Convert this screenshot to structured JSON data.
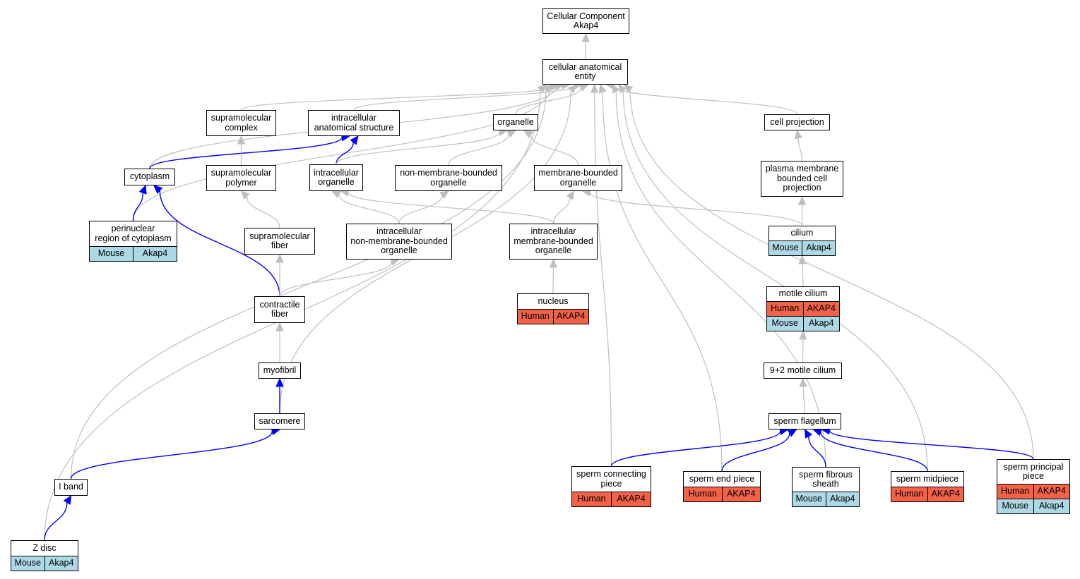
{
  "colors": {
    "human": "#f26148",
    "mouse": "#add8e6",
    "edge_gray": "#bfbfbf",
    "edge_blue": "#0000ff"
  },
  "nodes": {
    "root": {
      "label": "Cellular Component\nAkap4"
    },
    "cae": {
      "label": "cellular anatomical\nentity"
    },
    "supcomplex": {
      "label": "supramolecular\ncomplex"
    },
    "ias": {
      "label": "intracellular\nanatomical structure"
    },
    "organelle": {
      "label": "organelle"
    },
    "cellproj": {
      "label": "cell projection"
    },
    "cytoplasm": {
      "label": "cytoplasm"
    },
    "suppolymer": {
      "label": "supramolecular\npolymer"
    },
    "icorg": {
      "label": "intracellular\norganelle"
    },
    "nmborg": {
      "label": "non-membrane-bounded\norganelle"
    },
    "mborg": {
      "label": "membrane-bounded\norganelle"
    },
    "pmbcp": {
      "label": "plasma membrane\nbounded cell\nprojection"
    },
    "perinuclear": {
      "label": "perinuclear\nregion of cytoplasm",
      "rows": [
        [
          "Mouse",
          "Akap4"
        ]
      ]
    },
    "supfiber": {
      "label": "supramolecular\nfiber"
    },
    "icnmb": {
      "label": "intracellular\nnon-membrane-bounded\norganelle"
    },
    "icmb": {
      "label": "intracellular\nmembrane-bounded\norganelle"
    },
    "cilium": {
      "label": "cilium",
      "rows": [
        [
          "Mouse",
          "Akap4"
        ]
      ]
    },
    "nucleus": {
      "label": "nucleus",
      "rows": [
        [
          "Human",
          "AKAP4"
        ]
      ]
    },
    "contractile": {
      "label": "contractile\nfiber"
    },
    "motile": {
      "label": "motile cilium",
      "rows": [
        [
          "Human",
          "AKAP4"
        ],
        [
          "Mouse",
          "Akap4"
        ]
      ]
    },
    "myofibril": {
      "label": "myofibril"
    },
    "ninetwo": {
      "label": "9+2 motile cilium"
    },
    "sarcomere": {
      "label": "sarcomere"
    },
    "flagellum": {
      "label": "sperm flagellum"
    },
    "iband": {
      "label": "I band"
    },
    "connecting": {
      "label": "sperm connecting\npiece",
      "rows": [
        [
          "Human",
          "AKAP4"
        ]
      ]
    },
    "endpiece": {
      "label": "sperm end piece",
      "rows": [
        [
          "Human",
          "AKAP4"
        ]
      ]
    },
    "fibrous": {
      "label": "sperm fibrous\nsheath",
      "rows": [
        [
          "Mouse",
          "Akap4"
        ]
      ]
    },
    "midpiece": {
      "label": "sperm midpiece",
      "rows": [
        [
          "Human",
          "AKAP4"
        ]
      ]
    },
    "principal": {
      "label": "sperm principal\npiece",
      "rows": [
        [
          "Human",
          "AKAP4"
        ],
        [
          "Mouse",
          "Akap4"
        ]
      ]
    },
    "zdisc": {
      "label": "Z disc",
      "rows": [
        [
          "Mouse",
          "Akap4"
        ]
      ]
    }
  },
  "edges": [
    {
      "from": "cae",
      "to": "root",
      "kind": "is_a"
    },
    {
      "from": "supcomplex",
      "to": "cae",
      "kind": "is_a"
    },
    {
      "from": "ias",
      "to": "cae",
      "kind": "is_a"
    },
    {
      "from": "organelle",
      "to": "cae",
      "kind": "is_a"
    },
    {
      "from": "cellproj",
      "to": "cae",
      "kind": "is_a"
    },
    {
      "from": "cytoplasm",
      "to": "cae",
      "kind": "is_a"
    },
    {
      "from": "perinuclear",
      "to": "cae",
      "kind": "is_a"
    },
    {
      "from": "iband",
      "to": "cae",
      "kind": "is_a"
    },
    {
      "from": "zdisc",
      "to": "cae",
      "kind": "is_a"
    },
    {
      "from": "sarcomere",
      "to": "cae",
      "kind": "is_a"
    },
    {
      "from": "connecting",
      "to": "cae",
      "kind": "is_a"
    },
    {
      "from": "endpiece",
      "to": "cae",
      "kind": "is_a"
    },
    {
      "from": "fibrous",
      "to": "cae",
      "kind": "is_a"
    },
    {
      "from": "midpiece",
      "to": "cae",
      "kind": "is_a"
    },
    {
      "from": "principal",
      "to": "cae",
      "kind": "is_a"
    },
    {
      "from": "cytoplasm",
      "to": "ias",
      "kind": "part_of"
    },
    {
      "from": "suppolymer",
      "to": "supcomplex",
      "kind": "is_a"
    },
    {
      "from": "icorg",
      "to": "ias",
      "kind": "part_of"
    },
    {
      "from": "icorg",
      "to": "organelle",
      "kind": "is_a"
    },
    {
      "from": "nmborg",
      "to": "organelle",
      "kind": "is_a"
    },
    {
      "from": "mborg",
      "to": "organelle",
      "kind": "is_a"
    },
    {
      "from": "pmbcp",
      "to": "cellproj",
      "kind": "is_a"
    },
    {
      "from": "perinuclear",
      "to": "cytoplasm",
      "kind": "part_of"
    },
    {
      "from": "contractile",
      "to": "cytoplasm",
      "kind": "part_of"
    },
    {
      "from": "supfiber",
      "to": "suppolymer",
      "kind": "is_a"
    },
    {
      "from": "icnmb",
      "to": "icorg",
      "kind": "is_a"
    },
    {
      "from": "icnmb",
      "to": "nmborg",
      "kind": "is_a"
    },
    {
      "from": "icmb",
      "to": "icorg",
      "kind": "is_a"
    },
    {
      "from": "icmb",
      "to": "mborg",
      "kind": "is_a"
    },
    {
      "from": "cilium",
      "to": "mborg",
      "kind": "is_a"
    },
    {
      "from": "cilium",
      "to": "pmbcp",
      "kind": "is_a"
    },
    {
      "from": "nucleus",
      "to": "icmb",
      "kind": "is_a"
    },
    {
      "from": "contractile",
      "to": "supfiber",
      "kind": "is_a"
    },
    {
      "from": "contractile",
      "to": "icnmb",
      "kind": "is_a"
    },
    {
      "from": "motile",
      "to": "cilium",
      "kind": "is_a"
    },
    {
      "from": "myofibril",
      "to": "contractile",
      "kind": "is_a"
    },
    {
      "from": "ninetwo",
      "to": "motile",
      "kind": "is_a"
    },
    {
      "from": "sarcomere",
      "to": "myofibril",
      "kind": "part_of"
    },
    {
      "from": "flagellum",
      "to": "ninetwo",
      "kind": "is_a"
    },
    {
      "from": "iband",
      "to": "sarcomere",
      "kind": "part_of"
    },
    {
      "from": "zdisc",
      "to": "iband",
      "kind": "part_of"
    },
    {
      "from": "connecting",
      "to": "flagellum",
      "kind": "part_of"
    },
    {
      "from": "endpiece",
      "to": "flagellum",
      "kind": "part_of"
    },
    {
      "from": "fibrous",
      "to": "flagellum",
      "kind": "part_of"
    },
    {
      "from": "midpiece",
      "to": "flagellum",
      "kind": "part_of"
    },
    {
      "from": "principal",
      "to": "flagellum",
      "kind": "part_of"
    }
  ]
}
